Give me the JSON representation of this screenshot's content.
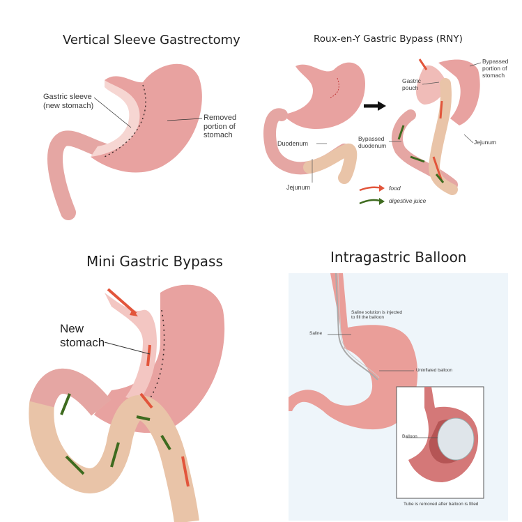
{
  "panels": {
    "sleeve": {
      "title": "Vertical Sleeve Gastrectomy",
      "labels": {
        "gastric_sleeve": "Gastric sleeve\n(new stomach)",
        "removed_portion": "Removed\nportion of\nstomach"
      }
    },
    "rny": {
      "title": "Roux-en-Y Gastric Bypass (RNY)",
      "labels": {
        "duodenum": "Duodenum",
        "jejunum_left": "Jejunum",
        "gastric_pouch": "Gastric\npouch",
        "bypassed_portion": "Bypassed\nportion of\nstomach",
        "bypassed_duodenum": "Bypassed\nduodenum",
        "jejunum_right": "Jejunum"
      },
      "legend": {
        "food": "food",
        "digestive_juice": "digestive juice",
        "food_color": "#e2553b",
        "juice_color": "#3e6b1f"
      }
    },
    "mini": {
      "title": "Mini Gastric Bypass",
      "labels": {
        "new_stomach": "New\nstomach"
      }
    },
    "balloon": {
      "title": "Intragastric Balloon",
      "labels": {
        "saline_note": "Saline solution is injected\nto fill the balloon",
        "saline": "Saline",
        "uninflated": "Uninflated balloon",
        "balloon": "Balloon",
        "tube_removed": "Tube is removed after balloon is filled"
      }
    }
  },
  "colors": {
    "stomach": "#e8a2a0",
    "stomach_dark": "#c97a7c",
    "intestine": "#e9c4a8",
    "sleeve_light": "#f6d6d2",
    "staple": "#3a2a2a",
    "balloon_bg": "#eaf3f9"
  }
}
